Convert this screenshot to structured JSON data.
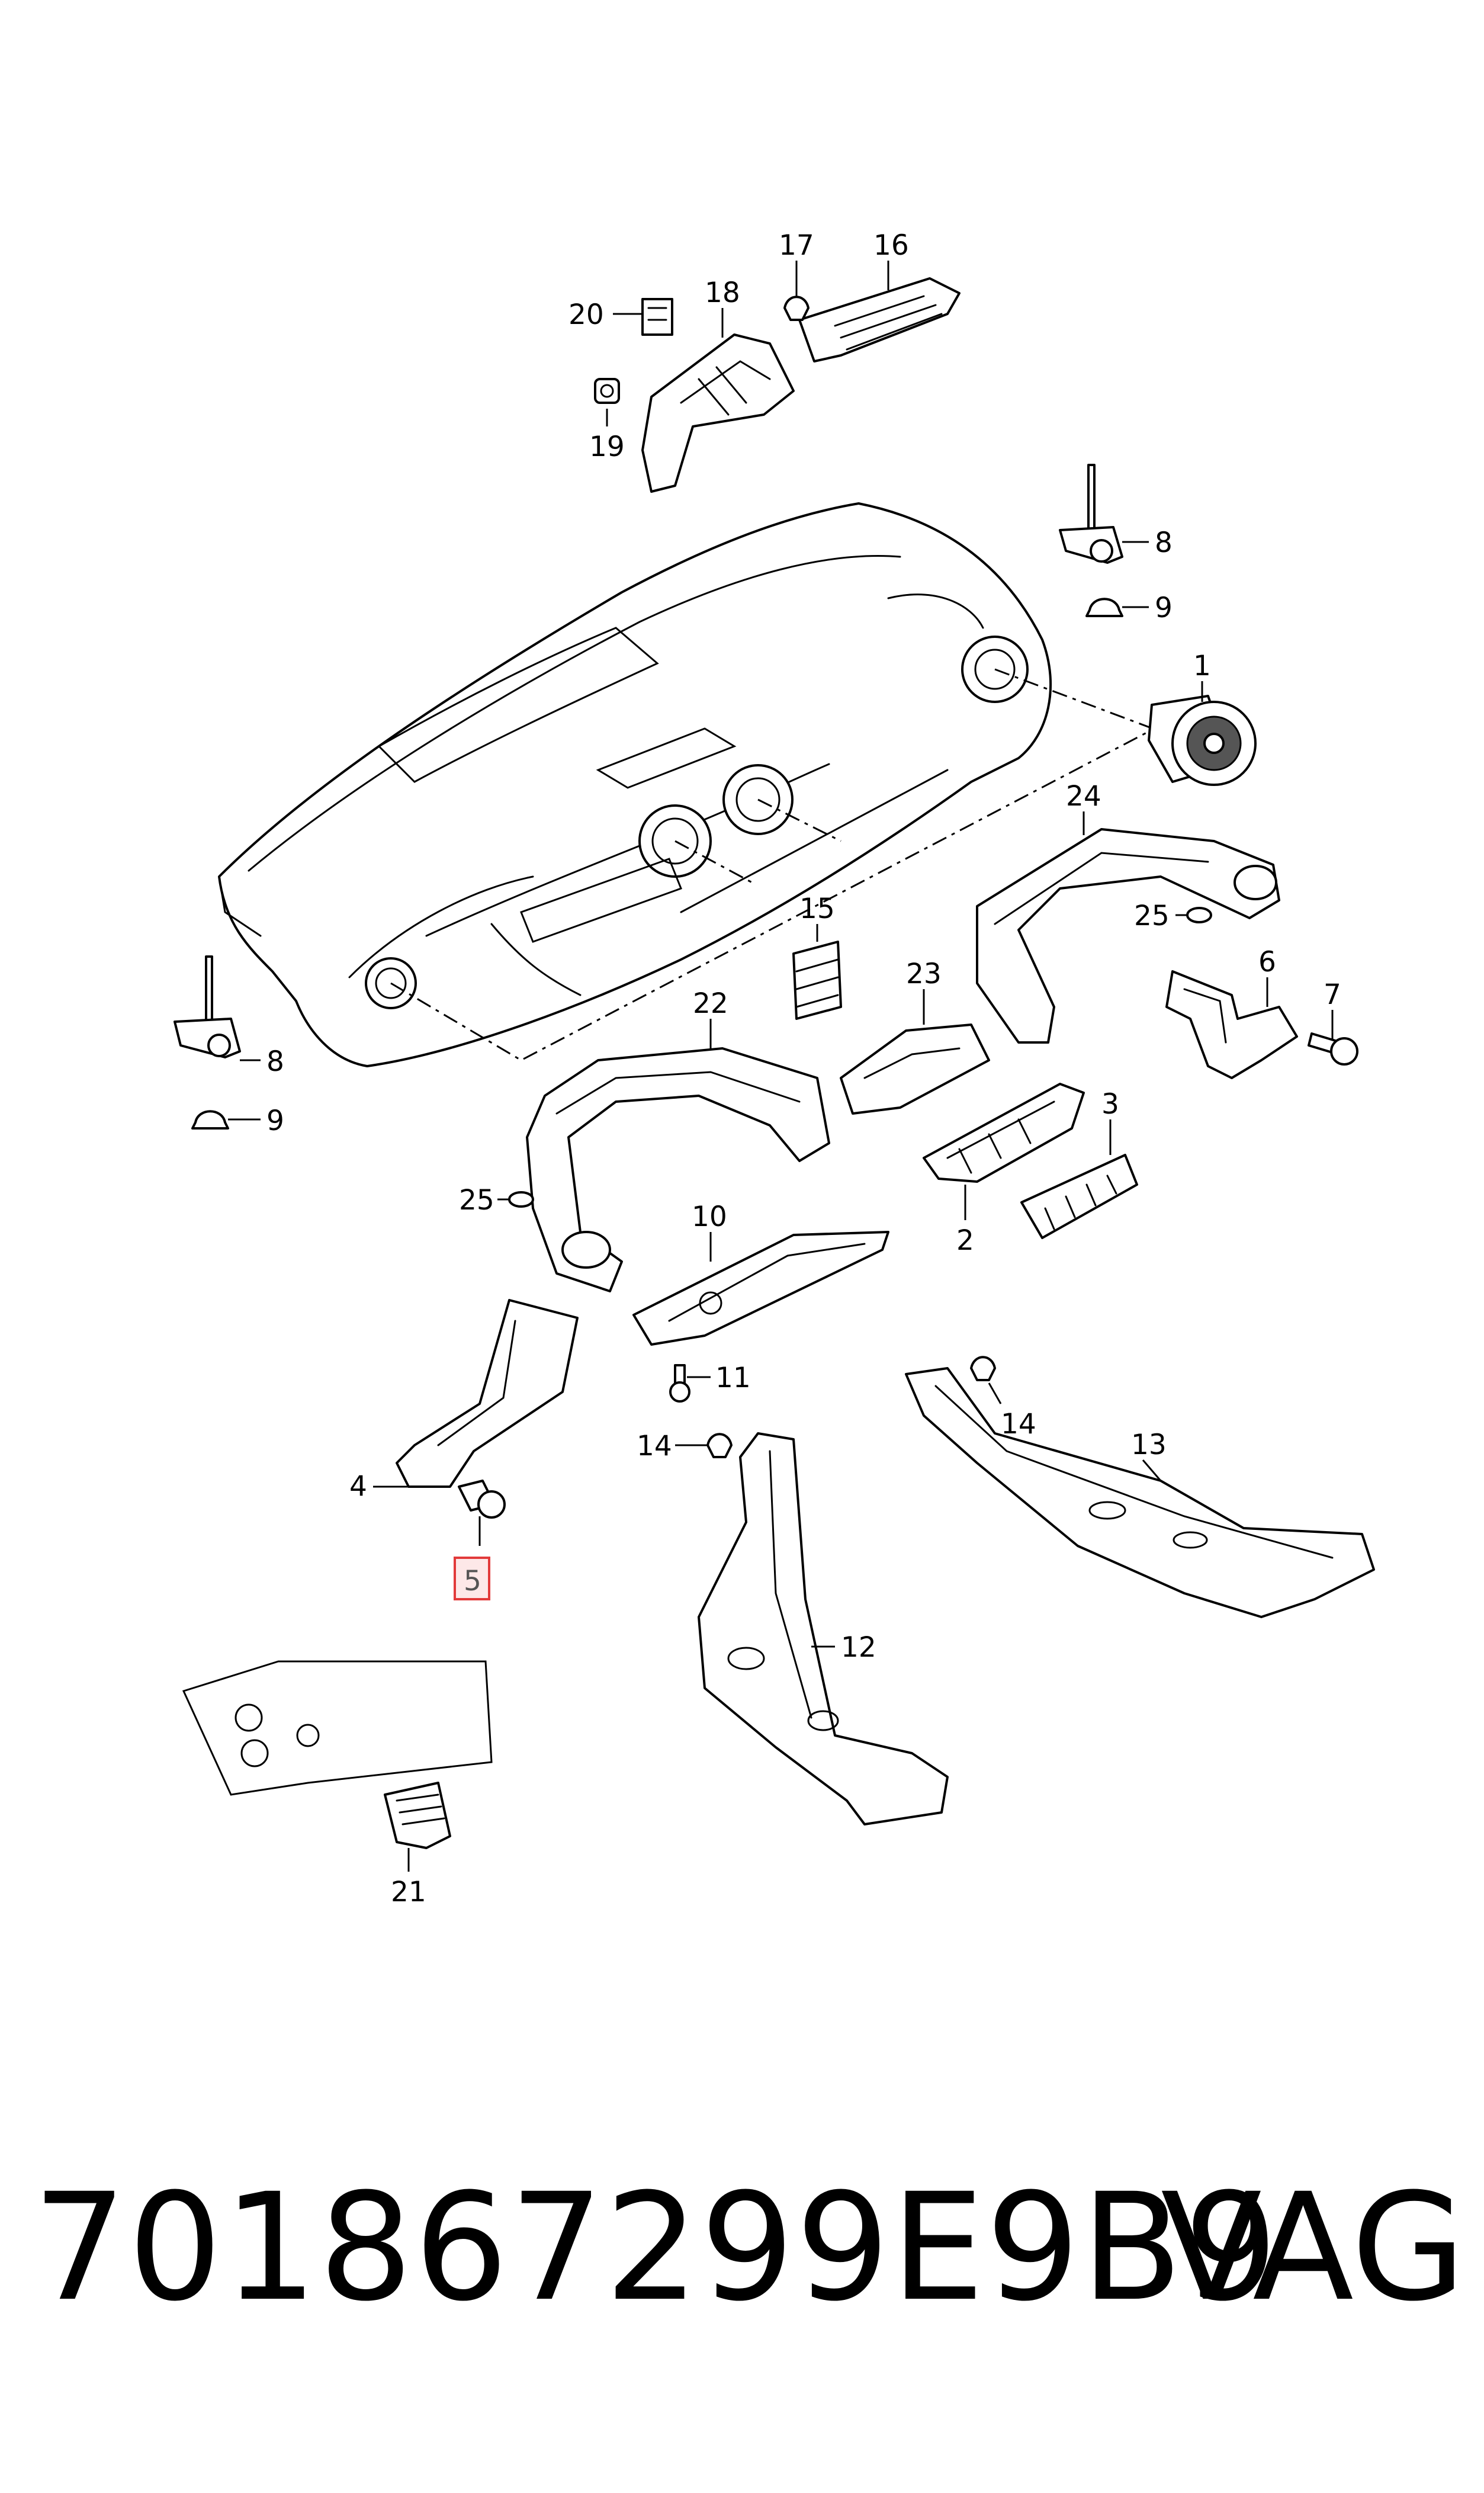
{
  "callouts": {
    "c1": "1",
    "c2": "2",
    "c3": "3",
    "c4": "4",
    "c5": "5",
    "c6": "6",
    "c7": "7",
    "c8a": "8",
    "c8b": "8",
    "c9a": "9",
    "c9b": "9",
    "c10": "10",
    "c11": "11",
    "c12": "12",
    "c13": "13",
    "c14a": "14",
    "c14b": "14",
    "c15": "15",
    "c16": "16",
    "c17": "17",
    "c18": "18",
    "c19": "19",
    "c20": "20",
    "c21": "21",
    "c22": "22",
    "c23": "23",
    "c24": "24",
    "c25a": "25",
    "c25b": "25"
  },
  "highlighted_callout": "5",
  "colors": {
    "line": "#000000",
    "highlight_border": "#e23a3a",
    "highlight_fill": "#fde8e8",
    "highlight_text": "#555555"
  },
  "footer": {
    "part_number": "701867299E9B9",
    "brand": "VAG"
  }
}
